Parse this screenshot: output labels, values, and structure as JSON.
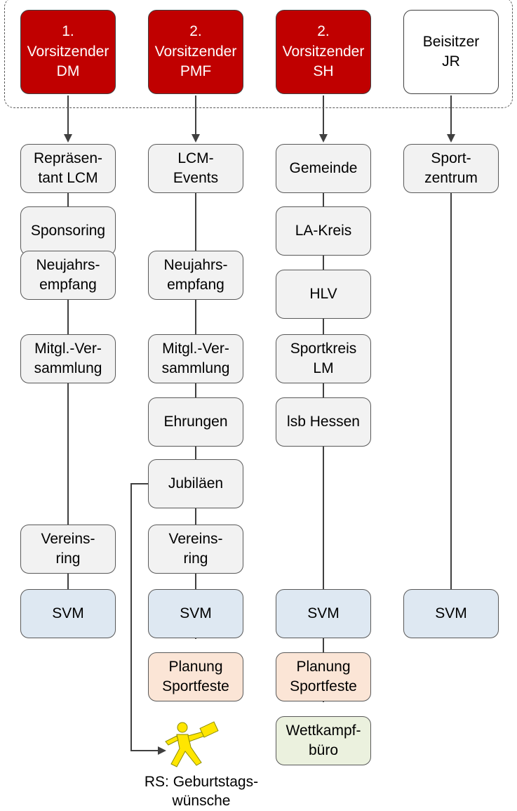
{
  "colors": {
    "head_red": "#C00000",
    "head_white": "#FFFFFF",
    "task_gray": "#F2F2F2",
    "task_blue": "#DEE8F2",
    "task_peach": "#FBE5D6",
    "task_green": "#EBF1DE",
    "line": "#404040"
  },
  "heads": [
    {
      "id": "h1",
      "label": "1.\nVorsitzender\nDM",
      "color": "red"
    },
    {
      "id": "h2",
      "label": "2.\nVorsitzender\nPMF",
      "color": "red"
    },
    {
      "id": "h3",
      "label": "2.\nVorsitzender\nSH",
      "color": "red"
    },
    {
      "id": "h4",
      "label": "Beisitzer\nJR",
      "color": "white"
    }
  ],
  "columns": [
    {
      "tasks": [
        {
          "label": "Repräsen-\ntant LCM",
          "style": "gray"
        },
        {
          "label": "Sponsoring",
          "style": "gray"
        },
        {
          "label": "Neujahrs-\nempfang",
          "style": "gray"
        },
        {
          "label": "Mitgl.-Ver-\nsammlung",
          "style": "gray"
        },
        {
          "label": "Vereins-\nring",
          "style": "gray"
        },
        {
          "label": "SVM",
          "style": "blue"
        }
      ]
    },
    {
      "tasks": [
        {
          "label": "LCM-\nEvents",
          "style": "gray"
        },
        {
          "label": "Neujahrs-\nempfang",
          "style": "gray"
        },
        {
          "label": "Mitgl.-Ver-\nsammlung",
          "style": "gray"
        },
        {
          "label": "Ehrungen",
          "style": "gray"
        },
        {
          "label": "Jubiläen",
          "style": "gray"
        },
        {
          "label": "Vereins-\nring",
          "style": "gray"
        },
        {
          "label": "SVM",
          "style": "blue"
        },
        {
          "label": "Planung\nSportfeste",
          "style": "peach"
        }
      ]
    },
    {
      "tasks": [
        {
          "label": "Gemeinde",
          "style": "gray"
        },
        {
          "label": "LA-Kreis",
          "style": "gray"
        },
        {
          "label": "HLV",
          "style": "gray"
        },
        {
          "label": "Sportkreis\nLM",
          "style": "gray"
        },
        {
          "label": "lsb Hessen",
          "style": "gray"
        },
        {
          "label": "SVM",
          "style": "blue"
        },
        {
          "label": "Planung\nSportfeste",
          "style": "peach"
        },
        {
          "label": "Wettkampf-\nbüro",
          "style": "green"
        }
      ]
    },
    {
      "tasks": [
        {
          "label": "Sport-\nzentrum",
          "style": "gray"
        },
        {
          "label": "SVM",
          "style": "blue"
        }
      ]
    }
  ],
  "external": {
    "label": "RS: Geburtstags-\nwünsche",
    "icon": "person-with-letter-icon"
  }
}
